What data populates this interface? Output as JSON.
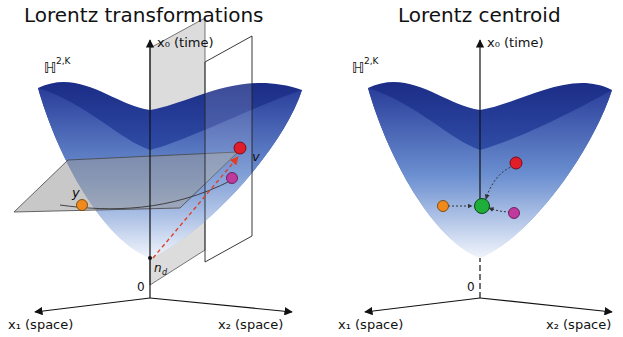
{
  "diagram": {
    "labels": [
      "Lorentz transformations",
      "x₀ (time)",
      "ℍ",
      "2,K",
      "y",
      "v",
      "n",
      "d",
      "0",
      "x₁ (space)",
      "x₂ (space)",
      "Lorentz centroid",
      "x₀ (time)",
      "ℍ",
      "2,K",
      "0",
      "x₁ (space)",
      "x₂ (space)"
    ]
  }
}
